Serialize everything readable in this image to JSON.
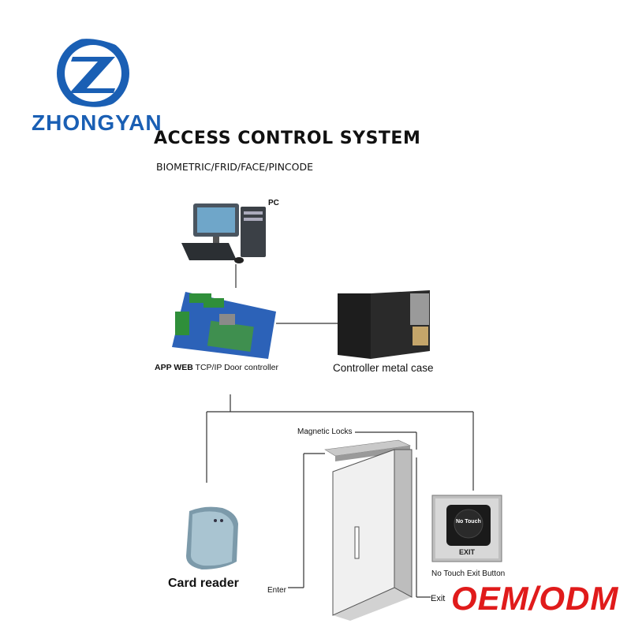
{
  "brand": {
    "name": "ZHONGYAN",
    "logo_letter": "Z",
    "color": "#1a5fb4"
  },
  "header": {
    "title": "ACCESS CONTROL SYSTEM",
    "subtitle": "BIOMETRIC/FRID/FACE/PINCODE"
  },
  "components": {
    "pc": {
      "label": "PC"
    },
    "controller": {
      "label_bold": "APP WEB",
      "label_rest": " TCP/IP Door controller"
    },
    "metal_case": {
      "label": "Controller metal case"
    },
    "magnetic_lock": {
      "label": "Magnetic Locks"
    },
    "card_reader": {
      "label": "Card reader"
    },
    "exit_button": {
      "label": "No Touch Exit Button",
      "face_text": "No Touch",
      "plate_text": "EXIT"
    },
    "door": {
      "enter_label": "Enter",
      "exit_label": "Exit"
    }
  },
  "badge": {
    "text": "OEM/ODM",
    "color": "#e01b1b"
  }
}
